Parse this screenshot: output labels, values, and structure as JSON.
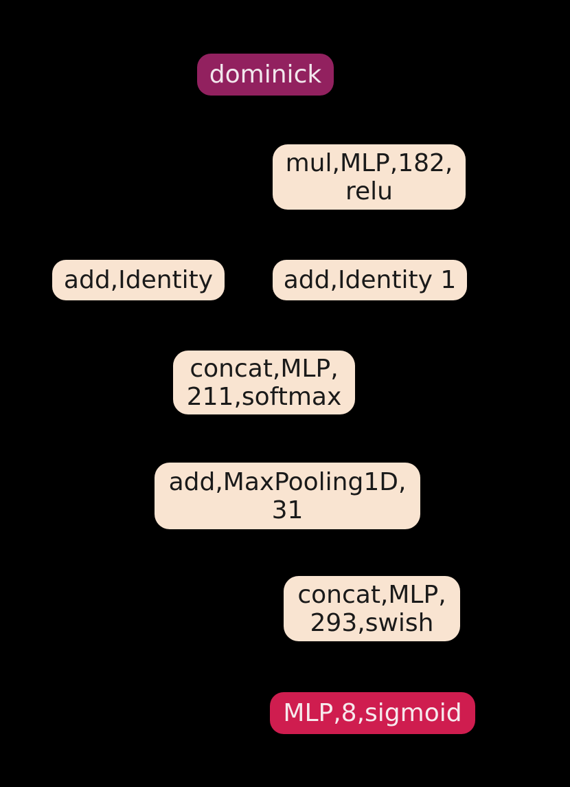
{
  "diagram": {
    "background_color": "#000000",
    "node_default_text_color": "#1a1a1a",
    "node_default_fill": "#f9e4d1",
    "nodes": [
      {
        "id": "dominick",
        "lines": [
          "dominick"
        ],
        "fill": "#92215f",
        "text_color": "#f2e7ed"
      },
      {
        "id": "mul-mlp-182-relu",
        "lines": [
          "mul,MLP,182,",
          "relu"
        ],
        "fill": "#f9e4d1",
        "text_color": "#1a1a1a"
      },
      {
        "id": "add-identity",
        "lines": [
          "add,Identity"
        ],
        "fill": "#f9e4d1",
        "text_color": "#1a1a1a"
      },
      {
        "id": "add-identity-1",
        "lines": [
          "add,Identity 1"
        ],
        "fill": "#f9e4d1",
        "text_color": "#1a1a1a"
      },
      {
        "id": "concat-mlp-211-softmax",
        "lines": [
          "concat,MLP,",
          "211,softmax"
        ],
        "fill": "#f9e4d1",
        "text_color": "#1a1a1a"
      },
      {
        "id": "add-maxpooling1d-31",
        "lines": [
          "add,MaxPooling1D,",
          "31"
        ],
        "fill": "#f9e4d1",
        "text_color": "#1a1a1a"
      },
      {
        "id": "concat-mlp-293-swish",
        "lines": [
          "concat,MLP,",
          "293,swish"
        ],
        "fill": "#f9e4d1",
        "text_color": "#1a1a1a"
      },
      {
        "id": "mlp-8-sigmoid",
        "lines": [
          "MLP,8,sigmoid"
        ],
        "fill": "#cf1d4f",
        "text_color": "#f6e9ed"
      }
    ]
  }
}
